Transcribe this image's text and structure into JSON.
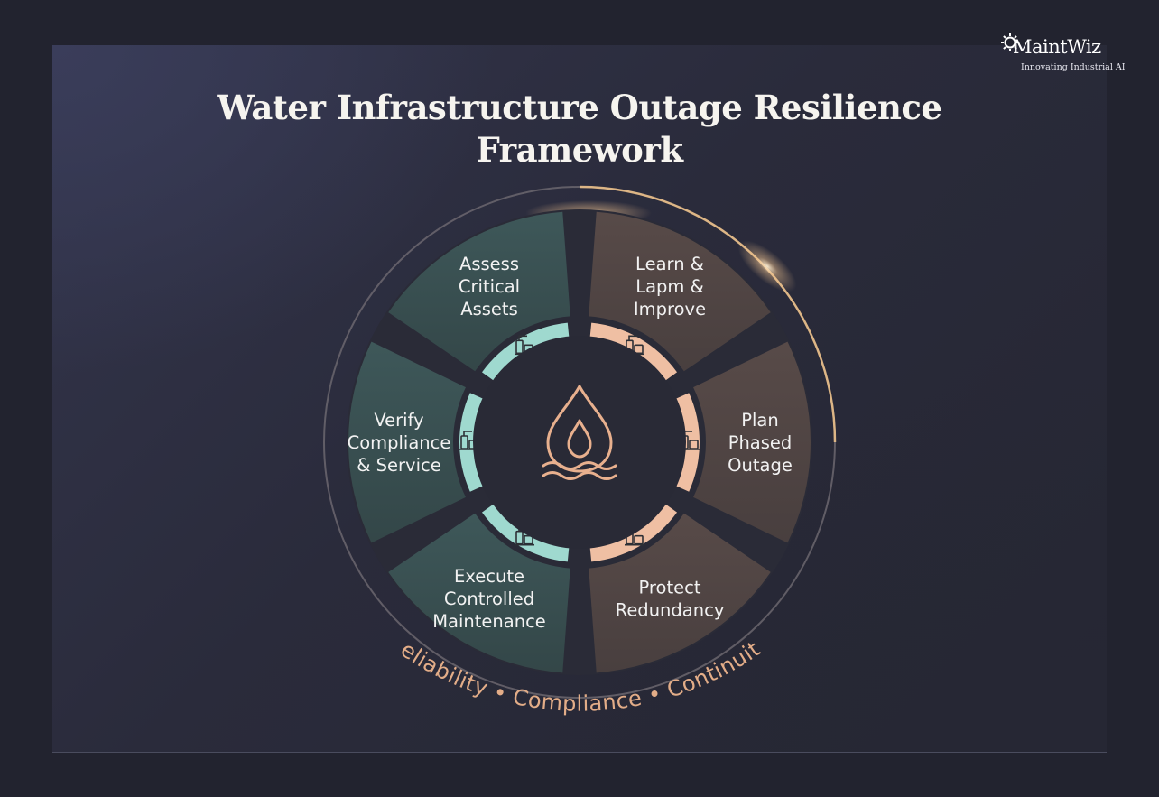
{
  "title": {
    "line1": "Water Infrastructure Outage Resilience",
    "line2": "Framework"
  },
  "logo": {
    "name": "MaintWiz",
    "tagline": "Innovating Industrial AI",
    "icon": "gear-icon"
  },
  "segments": [
    {
      "id": "assess",
      "lines": [
        "Assess",
        "Critical",
        "Assets"
      ],
      "icon": "factory-icon"
    },
    {
      "id": "learn",
      "lines": [
        "Learn &",
        "Lapm &",
        "Improve"
      ],
      "icon": "lab-equipment-icon"
    },
    {
      "id": "plan",
      "lines": [
        "Plan",
        "Phased",
        "Outage"
      ],
      "icon": "water-basin-icon"
    },
    {
      "id": "protect",
      "lines": [
        "Protect",
        "Redundancy"
      ],
      "icon": "storage-tank-icon"
    },
    {
      "id": "execute",
      "lines": [
        "Execute",
        "Controlled",
        "Maintenance"
      ],
      "icon": "gears-network-icon"
    },
    {
      "id": "verify",
      "lines": [
        "Verify",
        "Compliance",
        "& Service"
      ],
      "icon": "valve-gauge-icon"
    }
  ],
  "center": {
    "icon": "water-drop-waves-icon"
  },
  "arc_text": "Reliability • Compliance • Continuity",
  "colors": {
    "teal": "#9fd9cf",
    "peach": "#efbfa3",
    "accent_text": "#e3ad88",
    "background": "#22232f"
  }
}
